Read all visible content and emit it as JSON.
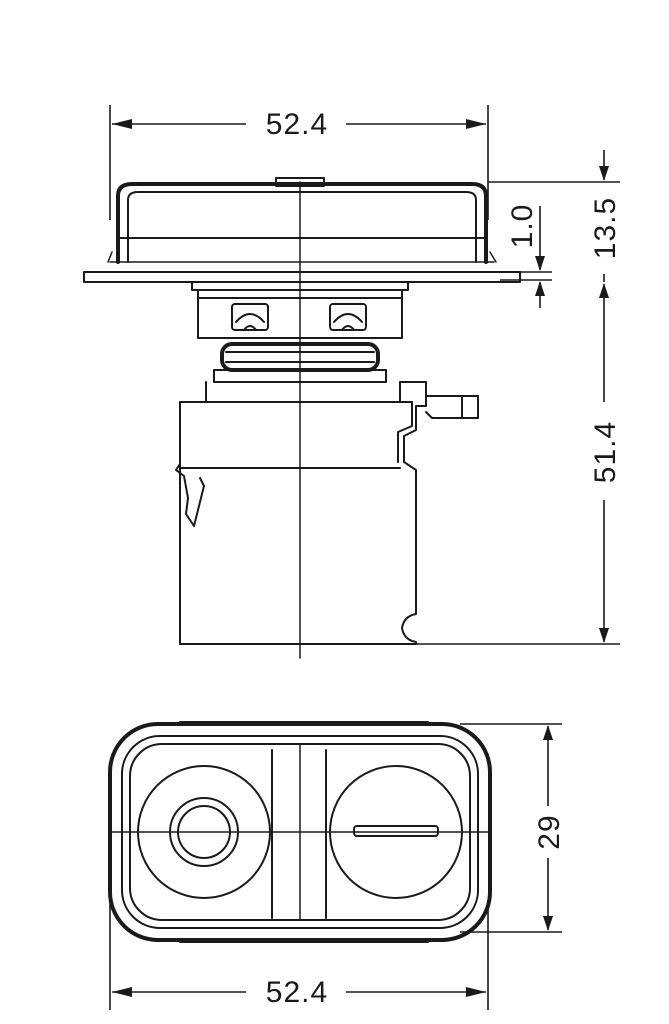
{
  "dimensions": {
    "top_width": "52.4",
    "gap": "1.0",
    "head_height": "13.5",
    "body_height": "51.4",
    "front_height": "29",
    "bottom_width": "52.4"
  }
}
